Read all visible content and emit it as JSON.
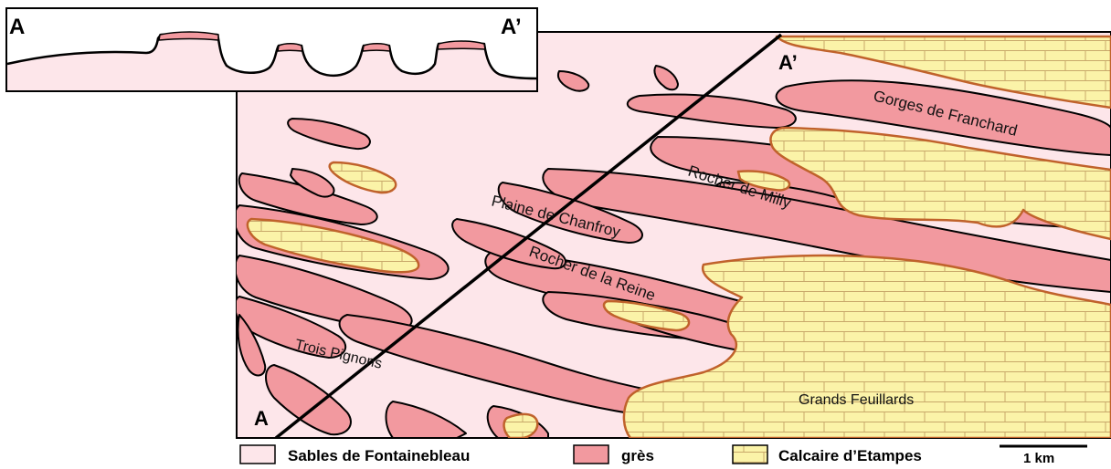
{
  "profile": {
    "label_start": "A",
    "label_end": "A’"
  },
  "map": {
    "section_label_start": "A",
    "section_label_end": "A’",
    "place_names": {
      "gorges_de_franchard": "Gorges de Franchard",
      "rocher_de_milly": "Rocher de Milly",
      "plaine_de_chanfroy": "Plaine de Chanfroy",
      "rocher_de_la_reine": "Rocher de la Reine",
      "trois_pignons": "Trois Pignons",
      "grands_feuillards": "Grands Feuillards"
    }
  },
  "legend": {
    "items": [
      {
        "label": "Sables de Fontainebleau",
        "color": "#fde6ea"
      },
      {
        "label": "grès",
        "color": "#f2999f"
      },
      {
        "label": "Calcaire d’Etampes",
        "color": "#fbf3a8"
      }
    ],
    "scale_label": "1 km"
  },
  "colors": {
    "sand": "#fde6ea",
    "sandstone": "#f2999f",
    "limestone": "#fbf3a8",
    "limestone_border": "#c0622b",
    "brick_line": "#c8a86a",
    "outline": "#000000"
  }
}
